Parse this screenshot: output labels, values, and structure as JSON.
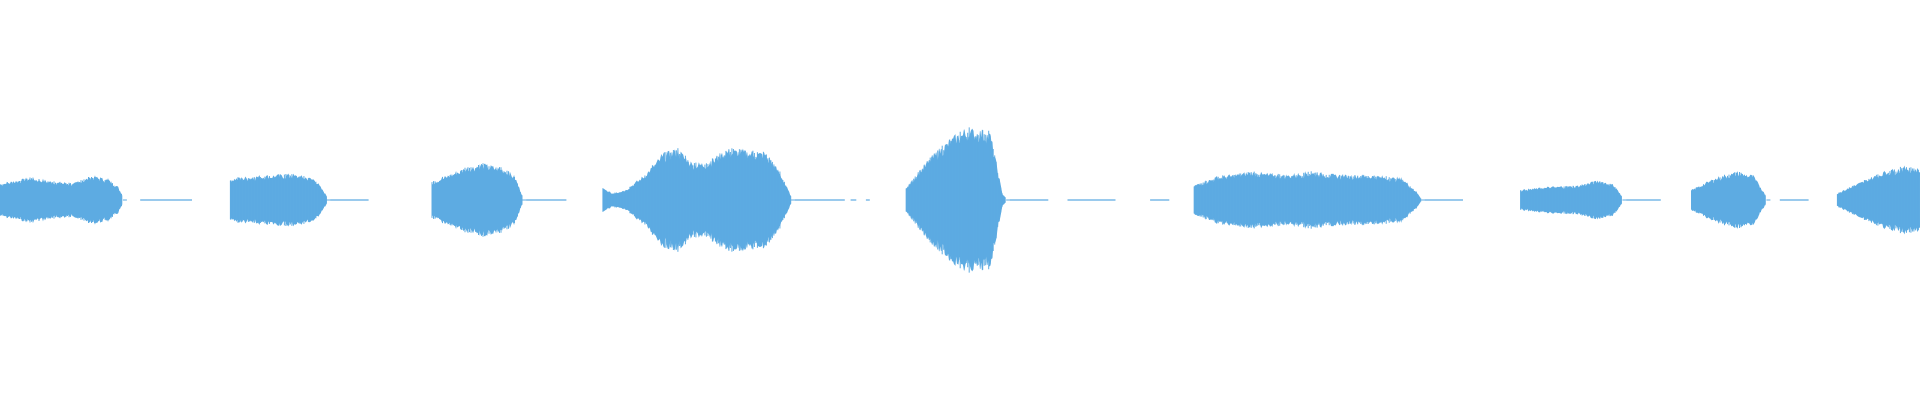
{
  "waveform": {
    "color": "#5dabe2",
    "background": "#ffffff",
    "duration_normalized": 1.0,
    "segments": [
      {
        "start": 0.0,
        "end": 0.064,
        "envelope": [
          [
            0.0,
            0.2
          ],
          [
            0.25,
            0.27
          ],
          [
            0.45,
            0.22
          ],
          [
            0.6,
            0.2
          ],
          [
            0.75,
            0.29
          ],
          [
            0.88,
            0.25
          ],
          [
            0.96,
            0.16
          ],
          [
            1.0,
            0.04
          ]
        ]
      },
      {
        "start": 0.073,
        "end": 0.1,
        "envelope": [
          [
            0.0,
            0.01
          ],
          [
            1.0,
            0.01
          ]
        ]
      },
      {
        "start": 0.12,
        "end": 0.17,
        "envelope": [
          [
            0.0,
            0.26
          ],
          [
            0.35,
            0.3
          ],
          [
            0.65,
            0.31
          ],
          [
            0.88,
            0.26
          ],
          [
            1.0,
            0.05
          ]
        ]
      },
      {
        "start": 0.172,
        "end": 0.192,
        "envelope": [
          [
            0.0,
            0.01
          ],
          [
            1.0,
            0.01
          ]
        ]
      },
      {
        "start": 0.225,
        "end": 0.272,
        "envelope": [
          [
            0.0,
            0.22
          ],
          [
            0.35,
            0.38
          ],
          [
            0.55,
            0.44
          ],
          [
            0.8,
            0.38
          ],
          [
            0.92,
            0.28
          ],
          [
            1.0,
            0.05
          ]
        ]
      },
      {
        "start": 0.274,
        "end": 0.295,
        "envelope": [
          [
            0.0,
            0.01
          ],
          [
            1.0,
            0.01
          ]
        ]
      },
      {
        "start": 0.314,
        "end": 0.412,
        "envelope": [
          [
            0.0,
            0.14
          ],
          [
            0.05,
            0.08
          ],
          [
            0.12,
            0.12
          ],
          [
            0.22,
            0.3
          ],
          [
            0.32,
            0.56
          ],
          [
            0.4,
            0.62
          ],
          [
            0.48,
            0.44
          ],
          [
            0.56,
            0.46
          ],
          [
            0.66,
            0.62
          ],
          [
            0.76,
            0.6
          ],
          [
            0.86,
            0.58
          ],
          [
            0.94,
            0.34
          ],
          [
            1.0,
            0.04
          ]
        ]
      },
      {
        "start": 0.414,
        "end": 0.44,
        "envelope": [
          [
            0.0,
            0.01
          ],
          [
            1.0,
            0.01
          ]
        ]
      },
      {
        "start": 0.443,
        "end": 0.446,
        "envelope": [
          [
            0.0,
            0.01
          ],
          [
            1.0,
            0.01
          ]
        ]
      },
      {
        "start": 0.451,
        "end": 0.453,
        "envelope": [
          [
            0.0,
            0.01
          ],
          [
            1.0,
            0.01
          ]
        ]
      },
      {
        "start": 0.472,
        "end": 0.524,
        "envelope": [
          [
            0.0,
            0.14
          ],
          [
            0.12,
            0.34
          ],
          [
            0.28,
            0.56
          ],
          [
            0.42,
            0.72
          ],
          [
            0.58,
            0.86
          ],
          [
            0.72,
            0.86
          ],
          [
            0.84,
            0.82
          ],
          [
            0.91,
            0.4
          ],
          [
            0.96,
            0.08
          ],
          [
            1.0,
            0.02
          ]
        ]
      },
      {
        "start": 0.526,
        "end": 0.546,
        "envelope": [
          [
            0.0,
            0.01
          ],
          [
            1.0,
            0.01
          ]
        ]
      },
      {
        "start": 0.556,
        "end": 0.581,
        "envelope": [
          [
            0.0,
            0.01
          ],
          [
            1.0,
            0.01
          ]
        ]
      },
      {
        "start": 0.599,
        "end": 0.609,
        "envelope": [
          [
            0.0,
            0.01
          ],
          [
            1.0,
            0.01
          ]
        ]
      },
      {
        "start": 0.622,
        "end": 0.74,
        "envelope": [
          [
            0.0,
            0.18
          ],
          [
            0.1,
            0.28
          ],
          [
            0.25,
            0.34
          ],
          [
            0.4,
            0.3
          ],
          [
            0.52,
            0.34
          ],
          [
            0.64,
            0.3
          ],
          [
            0.78,
            0.3
          ],
          [
            0.92,
            0.26
          ],
          [
            0.98,
            0.1
          ],
          [
            1.0,
            0.02
          ]
        ]
      },
      {
        "start": 0.742,
        "end": 0.762,
        "envelope": [
          [
            0.0,
            0.01
          ],
          [
            1.0,
            0.01
          ]
        ]
      },
      {
        "start": 0.792,
        "end": 0.845,
        "envelope": [
          [
            0.0,
            0.12
          ],
          [
            0.3,
            0.16
          ],
          [
            0.55,
            0.17
          ],
          [
            0.78,
            0.24
          ],
          [
            0.92,
            0.18
          ],
          [
            1.0,
            0.03
          ]
        ]
      },
      {
        "start": 0.847,
        "end": 0.865,
        "envelope": [
          [
            0.0,
            0.01
          ],
          [
            1.0,
            0.01
          ]
        ]
      },
      {
        "start": 0.881,
        "end": 0.92,
        "envelope": [
          [
            0.0,
            0.12
          ],
          [
            0.3,
            0.26
          ],
          [
            0.6,
            0.34
          ],
          [
            0.82,
            0.3
          ],
          [
            0.92,
            0.16
          ],
          [
            1.0,
            0.04
          ]
        ]
      },
      {
        "start": 0.927,
        "end": 0.942,
        "envelope": [
          [
            0.0,
            0.01
          ],
          [
            1.0,
            0.01
          ]
        ]
      },
      {
        "start": 0.957,
        "end": 1.0,
        "envelope": [
          [
            0.0,
            0.08
          ],
          [
            0.25,
            0.2
          ],
          [
            0.55,
            0.34
          ],
          [
            0.8,
            0.4
          ],
          [
            1.0,
            0.38
          ]
        ]
      }
    ]
  }
}
